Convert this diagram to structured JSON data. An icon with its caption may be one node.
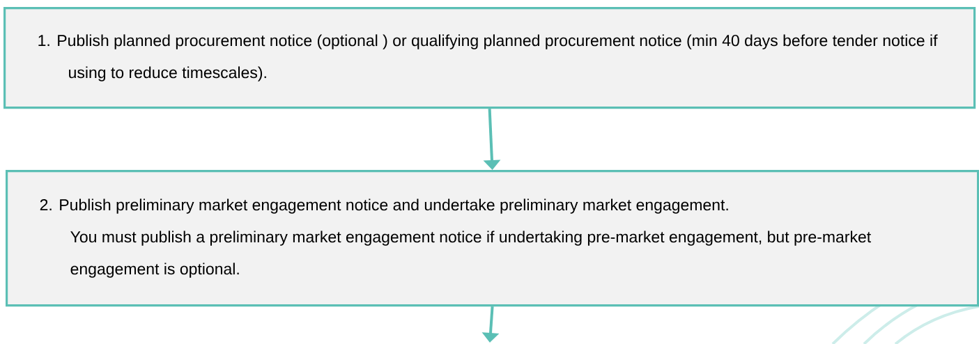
{
  "diagram": {
    "nodes": [
      {
        "text": [
          "1. Publish planned procurement notice (optional ) or qualifying planned procurement notice (min 40 days before tender notice if using to reduce timescales)."
        ]
      },
      {
        "text": [
          "2. Publish preliminary market engagement notice and undertake preliminary market engagement.",
          "You must publish a preliminary market engagement notice if undertaking pre-market engagement, but pre-market engagement is optional."
        ]
      }
    ],
    "edges": [
      {
        "from": 0,
        "to": 1,
        "arrow": "to"
      },
      {
        "from": 1,
        "to": null,
        "arrow": "to"
      }
    ]
  }
}
